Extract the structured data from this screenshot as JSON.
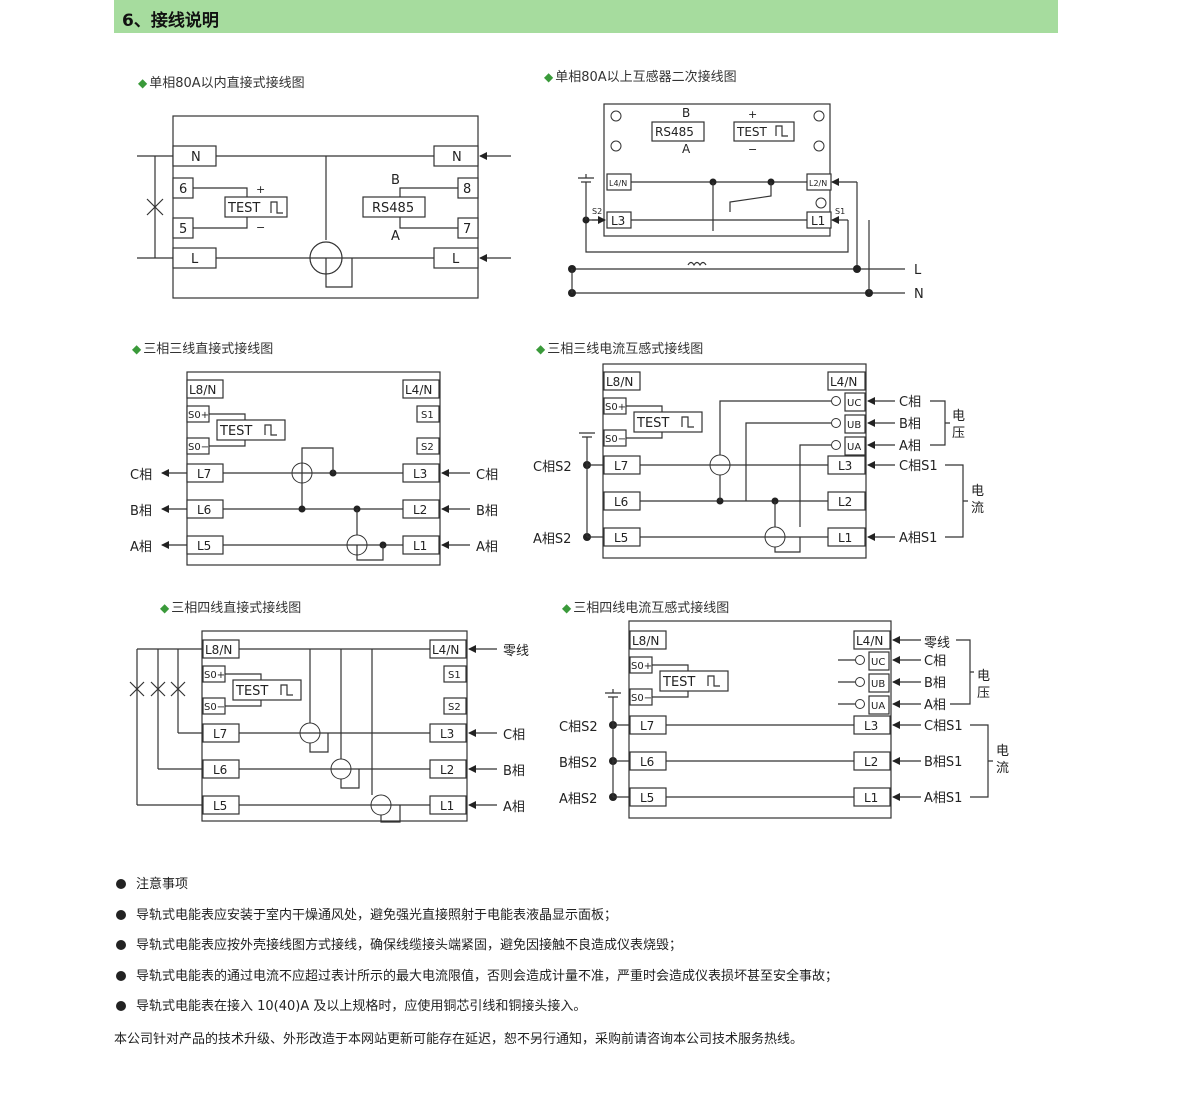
{
  "header": {
    "title": "6、接线说明"
  },
  "captions": {
    "d1": "单相80A以内直接式接线图",
    "d2": "单相80A以上互感器二次接线图",
    "d3": "三相三线直接式接线图",
    "d4": "三相三线电流互感式接线图",
    "d5": "三相四线直接式接线图",
    "d6": "三相四线电流互感式接线图"
  },
  "labels": {
    "N": "N",
    "L": "L",
    "n5": "5",
    "n6": "6",
    "n7": "7",
    "n8": "8",
    "test": "TEST",
    "rs485": "RS485",
    "B": "B",
    "A": "A",
    "plus": "+",
    "minus": "−",
    "L4N_small": "L4/N",
    "L2N_small": "L2/N",
    "L3": "L3",
    "L1": "L1",
    "S1": "S1",
    "S2": "S2",
    "L8N": "L8/N",
    "L4N": "L4/N",
    "S0p": "S0+",
    "S0m": "S0−",
    "S1b": "S1",
    "S2b": "S2",
    "L7": "L7",
    "L6": "L6",
    "L5": "L5",
    "L2": "L2",
    "UC": "UC",
    "UB": "UB",
    "UA": "UA",
    "Cphase": "C相",
    "Bphase": "B相",
    "Aphase": "A相",
    "CS1": "C相S1",
    "BS1": "B相S1",
    "AS1": "A相S1",
    "CS2": "C相S2",
    "BS2": "B相S2",
    "AS2": "A相S2",
    "neutral": "零线",
    "volt1": "电",
    "volt2": "压",
    "cur1": "电",
    "cur2": "流"
  },
  "notes": [
    "注意事项",
    "导轨式电能表应安装于室内干燥通风处，避免强光直接照射于电能表液晶显示面板；",
    "导轨式电能表应按外壳接线图方式接线，确保线缆接头端紧固，避免因接触不良造成仪表烧毁；",
    "导轨式电能表的通过电流不应超过表计所示的最大电流限值，否则会造成计量不准，严重时会造成仪表损坏甚至安全事故；",
    "导轨式电能表在接入 10(40)A 及以上规格时，应使用铜芯引线和铜接头接入。"
  ],
  "footer": "本公司针对产品的技术升级、外形改造于本网站更新可能存在延迟，恕不另行通知，采购前请咨询本公司技术服务热线。"
}
